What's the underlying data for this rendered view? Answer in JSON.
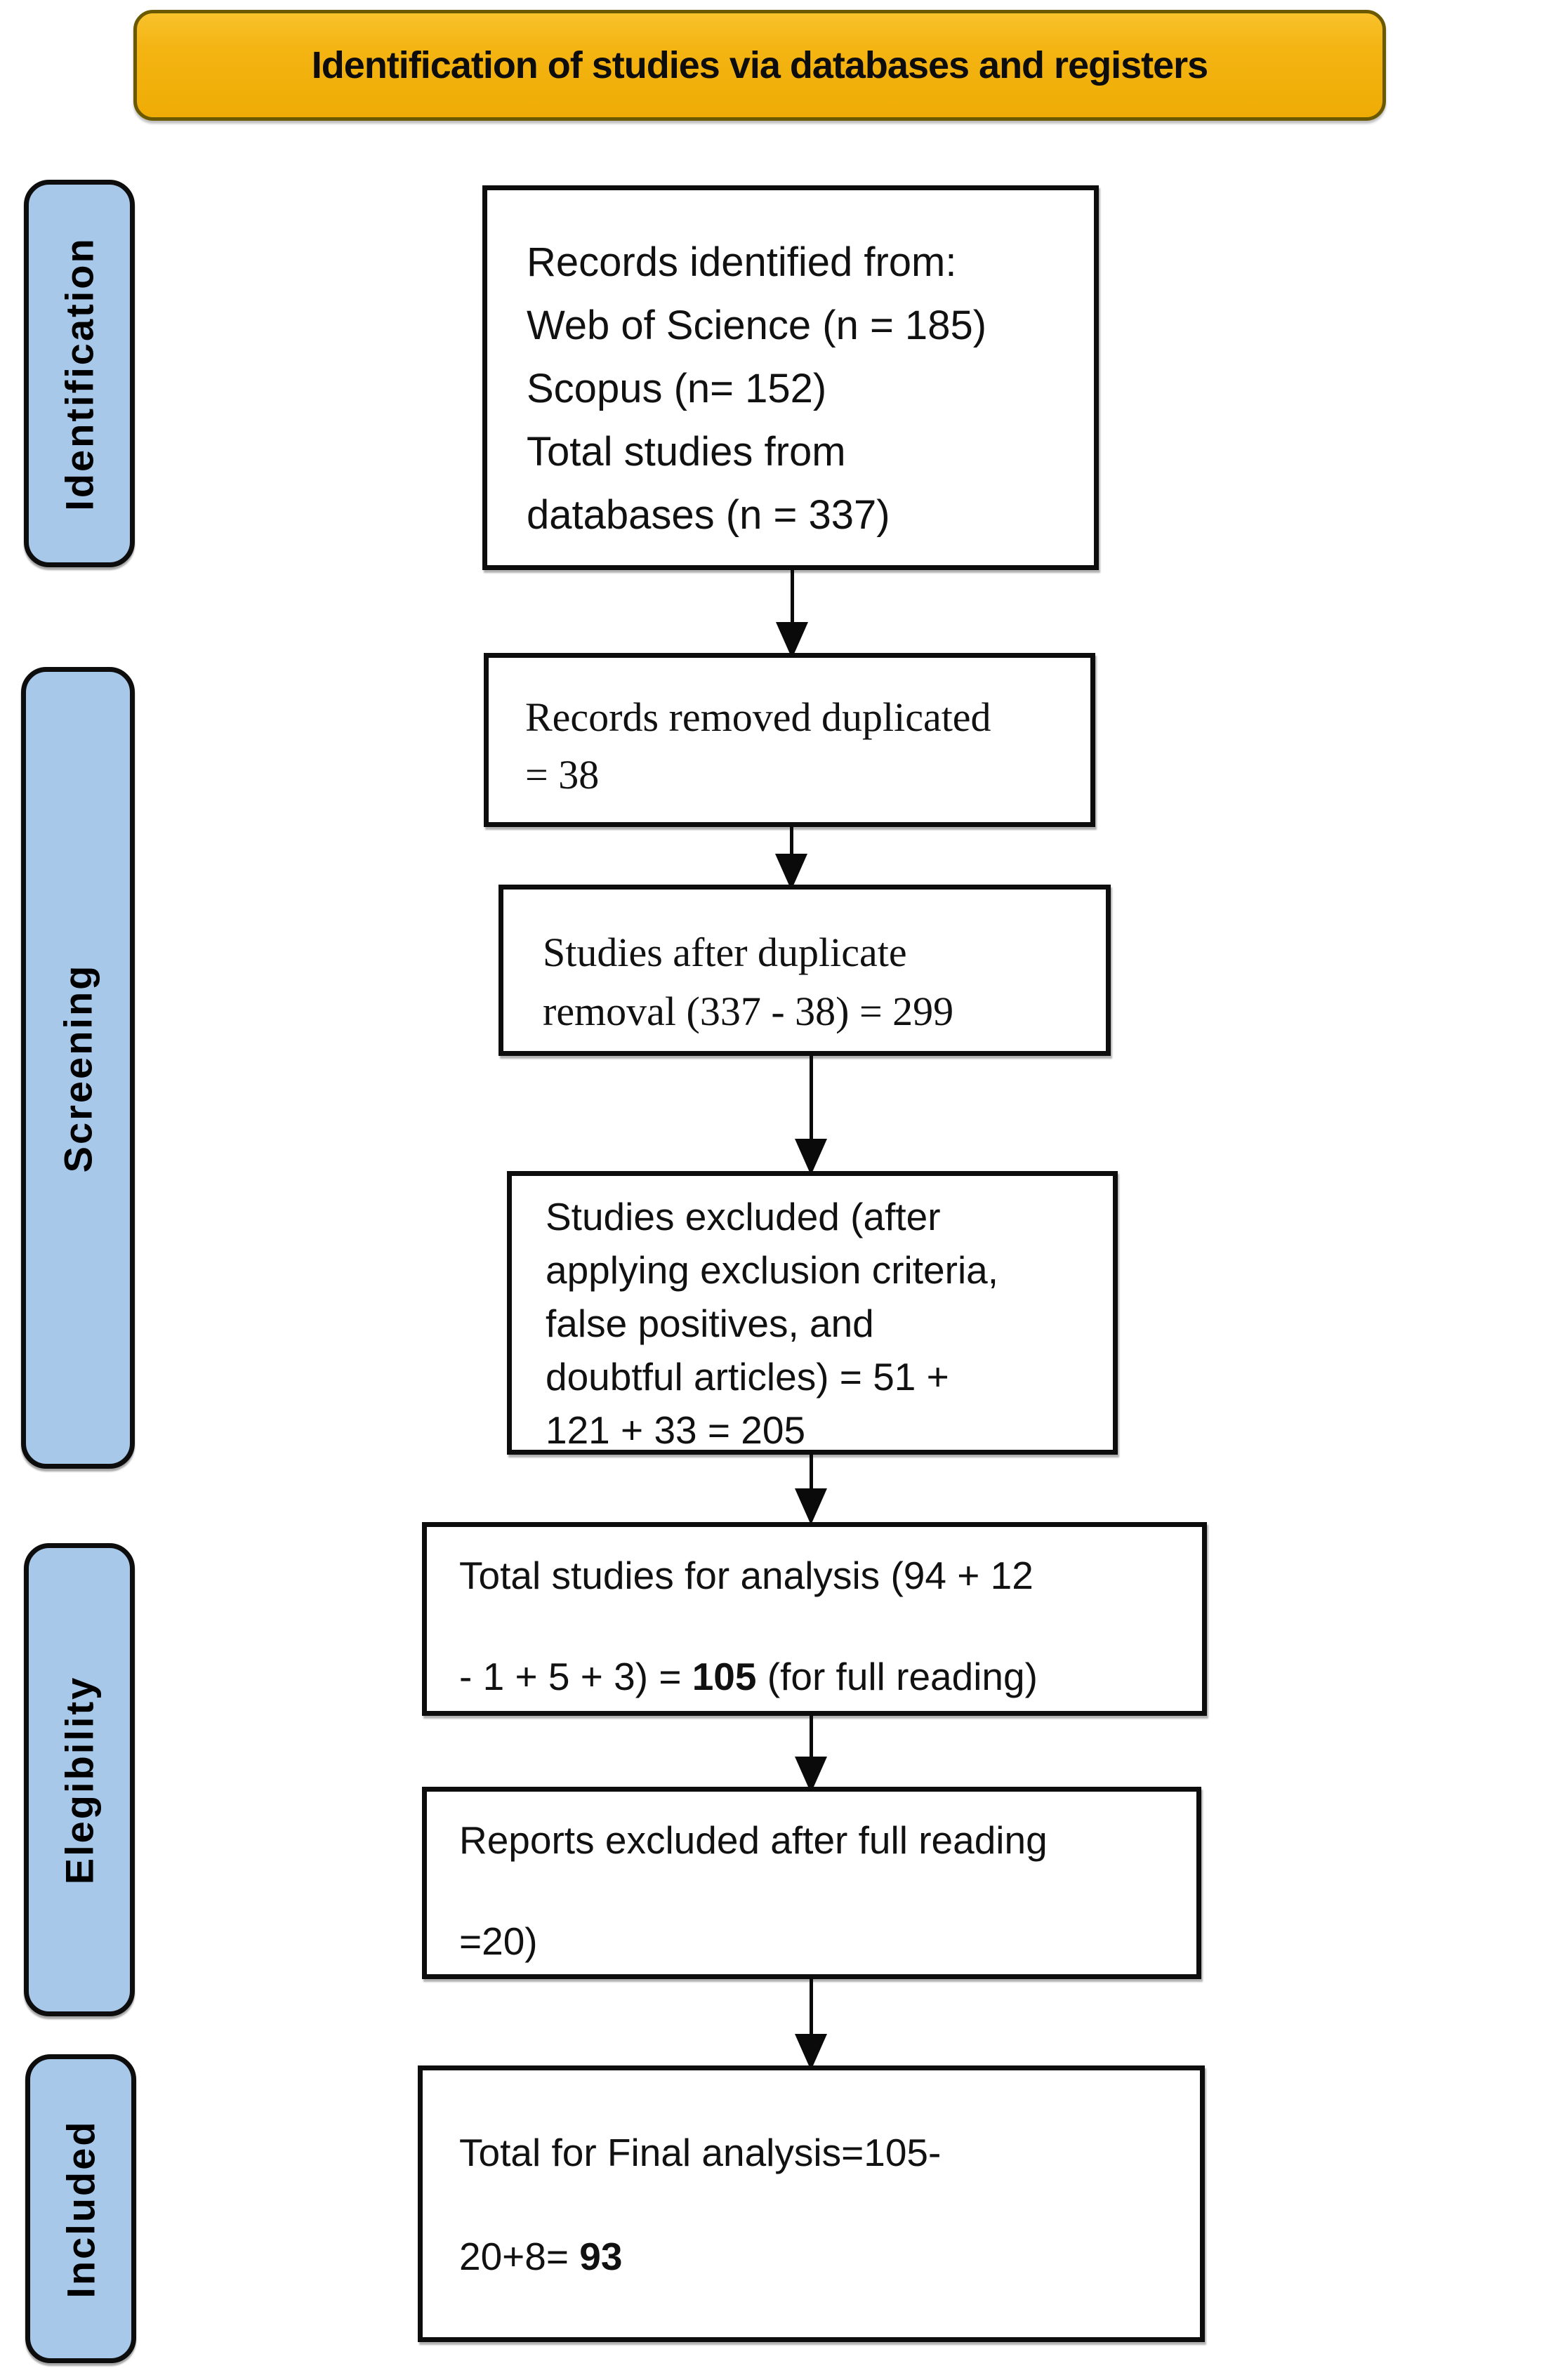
{
  "header": {
    "title": "Identification of studies via databases and registers"
  },
  "colors": {
    "banner_gold": "#f4b412",
    "banner_border": "#6b5900",
    "stage_blue": "#a8c8ea",
    "box_border": "#0d0d0d"
  },
  "stages": [
    {
      "label": "Identification"
    },
    {
      "label": "Screening"
    },
    {
      "label": "Elegibility"
    },
    {
      "label": "Included"
    }
  ],
  "flow_boxes": {
    "records_identified": {
      "lines": [
        "Records identified from:",
        "Web of Science (n = 185)",
        "Scopus (n= 152)",
        "Total studies from",
        "databases (n = 337)"
      ]
    },
    "duplicates_removed": {
      "lines": [
        "Records removed duplicated",
        "= 38"
      ]
    },
    "after_duplicate_removal": {
      "lines": [
        "Studies after duplicate",
        "removal (337 - 38) = 299"
      ]
    },
    "studies_excluded": {
      "lines": [
        "Studies excluded (after",
        "applying exclusion criteria,",
        "false positives, and",
        "doubtful articles) = 51 +",
        "121 + 33 = 205"
      ]
    },
    "total_for_analysis": {
      "line1": "Total studies for analysis (94 + 12",
      "line2_pre": "- 1 + 5 + 3) = ",
      "line2_bold": "105",
      "line2_post": " (for full reading)"
    },
    "reports_excluded": {
      "line1": "Reports excluded after full reading",
      "line2": "=20)"
    },
    "final_total": {
      "line1": "Total for Final analysis=105-",
      "line2_pre": "20+8= ",
      "line2_bold": "93"
    }
  }
}
